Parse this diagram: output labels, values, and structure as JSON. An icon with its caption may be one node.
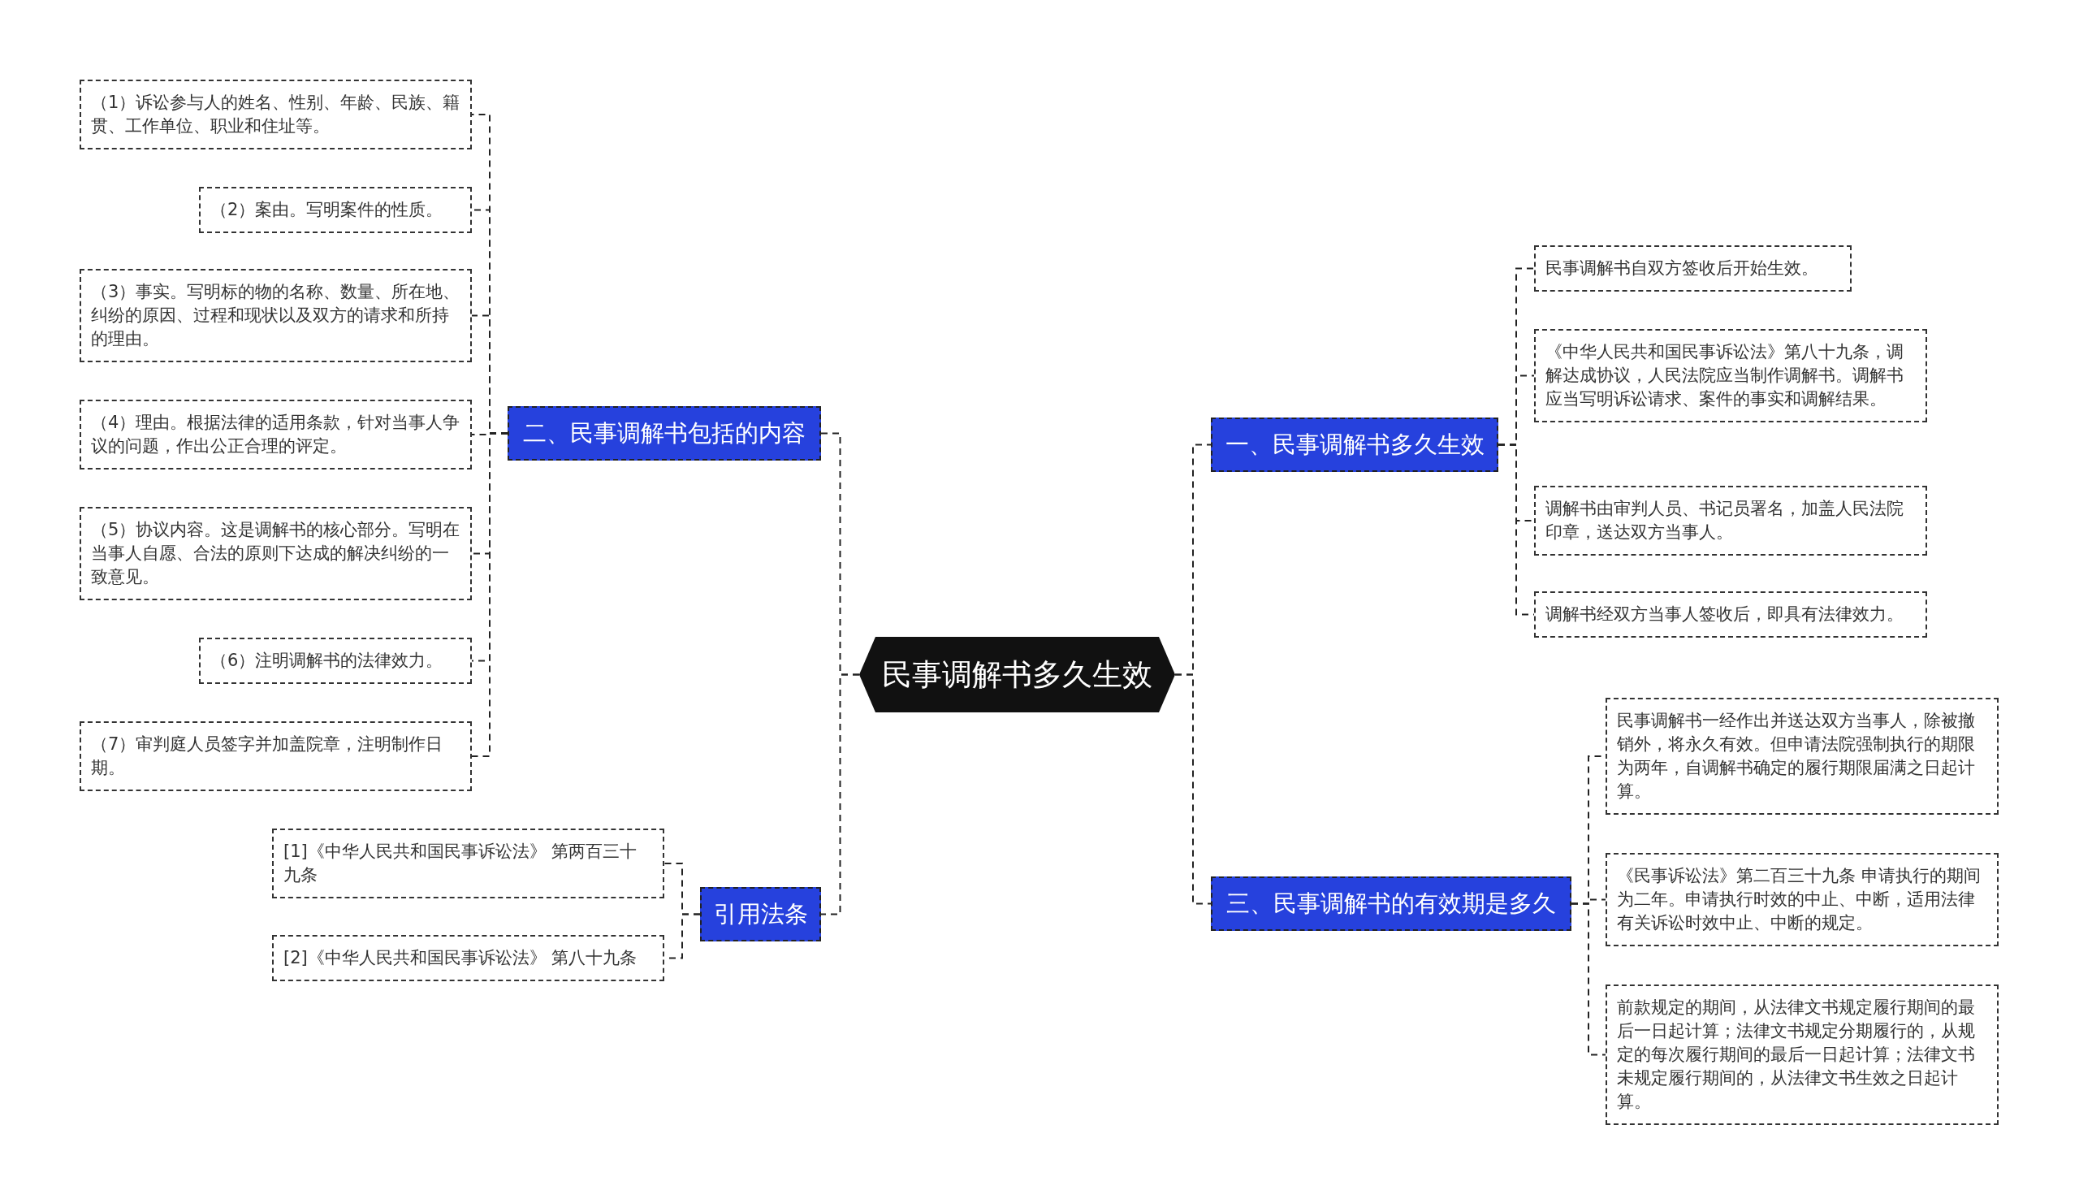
{
  "diagram": {
    "nodes": [
      {
        "text": [
          "民事调解书多久生效"
        ]
      },
      {
        "text": [
          "二、民事调解书包括的内容"
        ]
      },
      {
        "text": [
          "（1）诉讼参与人的姓名、性别、年龄、民族、籍贯、工作单位、职业和住址等。"
        ]
      },
      {
        "text": [
          "（2）案由。写明案件的性质。"
        ]
      },
      {
        "text": [
          "（3）事实。写明标的物的名称、数量、所在地、纠纷的原因、过程和现状以及双方的请求和所持的理由。"
        ]
      },
      {
        "text": [
          "（4）理由。根据法律的适用条款，针对当事人争议的问题，作出公正合理的评定。"
        ]
      },
      {
        "text": [
          "（5）协议内容。这是调解书的核心部分。写明在当事人自愿、合法的原则下达成的解决纠纷的一致意见。"
        ]
      },
      {
        "text": [
          "（6）注明调解书的法律效力。"
        ]
      },
      {
        "text": [
          "（7）审判庭人员签字并加盖院章，注明制作日期。"
        ]
      },
      {
        "text": [
          "引用法条"
        ]
      },
      {
        "text": [
          "[1]《中华人民共和国民事诉讼法》 第两百三十九条"
        ]
      },
      {
        "text": [
          "[2]《中华人民共和国民事诉讼法》 第八十九条"
        ]
      },
      {
        "text": [
          "一、民事调解书多久生效"
        ]
      },
      {
        "text": [
          "民事调解书自双方签收后开始生效。"
        ]
      },
      {
        "text": [
          "《中华人民共和国民事诉讼法》第八十九条，调解达成协议，人民法院应当制作调解书。调解书应当写明诉讼请求、案件的事实和调解结果。"
        ]
      },
      {
        "text": [
          "调解书由审判人员、书记员署名，加盖人民法院印章，送达双方当事人。"
        ]
      },
      {
        "text": [
          "调解书经双方当事人签收后，即具有法律效力。"
        ]
      },
      {
        "text": [
          "三、民事调解书的有效期是多久"
        ]
      },
      {
        "text": [
          "民事调解书一经作出并送达双方当事人，除被撤销外，将永久有效。但申请法院强制执行的期限为两年，自调解书确定的履行期限届满之日起计算。"
        ]
      },
      {
        "text": [
          "《民事诉讼法》第二百三十九条 申请执行的期间为二年。申请执行时效的中止、中断，适用法律有关诉讼时效中止、中断的规定。"
        ]
      },
      {
        "text": [
          "前款规定的期间，从法律文书规定履行期间的最后一日起计算；法律文书规定分期履行的，从规定的每次履行期间的最后一日起计算；法律文书未规定履行期间的，从法律文书生效之日起计算。"
        ]
      }
    ],
    "edges": [
      {
        "from": 0,
        "to": 1,
        "arrow": "none",
        "style": "dashed"
      },
      {
        "from": 1,
        "to": 2,
        "arrow": "none",
        "style": "dashed"
      },
      {
        "from": 1,
        "to": 3,
        "arrow": "none",
        "style": "dashed"
      },
      {
        "from": 1,
        "to": 4,
        "arrow": "none",
        "style": "dashed"
      },
      {
        "from": 1,
        "to": 5,
        "arrow": "none",
        "style": "dashed"
      },
      {
        "from": 1,
        "to": 6,
        "arrow": "none",
        "style": "dashed"
      },
      {
        "from": 1,
        "to": 7,
        "arrow": "none",
        "style": "dashed"
      },
      {
        "from": 1,
        "to": 8,
        "arrow": "none",
        "style": "dashed"
      },
      {
        "from": 0,
        "to": 9,
        "arrow": "none",
        "style": "dashed"
      },
      {
        "from": 9,
        "to": 10,
        "arrow": "none",
        "style": "dashed"
      },
      {
        "from": 9,
        "to": 11,
        "arrow": "none",
        "style": "dashed"
      },
      {
        "from": 0,
        "to": 12,
        "arrow": "none",
        "style": "dashed"
      },
      {
        "from": 12,
        "to": 13,
        "arrow": "none",
        "style": "dashed"
      },
      {
        "from": 12,
        "to": 14,
        "arrow": "none",
        "style": "dashed"
      },
      {
        "from": 12,
        "to": 15,
        "arrow": "none",
        "style": "dashed"
      },
      {
        "from": 12,
        "to": 16,
        "arrow": "none",
        "style": "dashed"
      },
      {
        "from": 0,
        "to": 17,
        "arrow": "none",
        "style": "dashed"
      },
      {
        "from": 17,
        "to": 18,
        "arrow": "none",
        "style": "dashed"
      },
      {
        "from": 17,
        "to": 19,
        "arrow": "none",
        "style": "dashed"
      },
      {
        "from": 17,
        "to": 20,
        "arrow": "none",
        "style": "dashed"
      }
    ]
  }
}
